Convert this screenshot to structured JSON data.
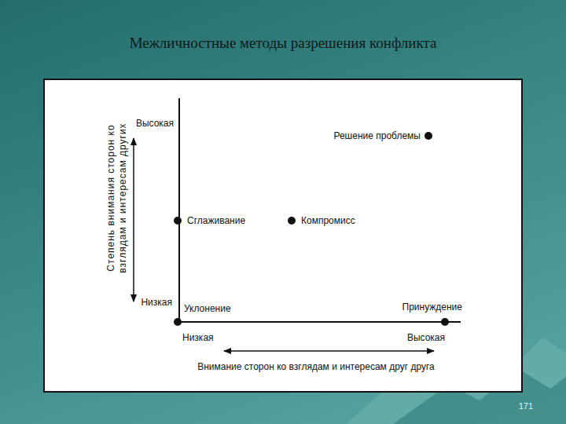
{
  "diagram": {
    "title": "Межличностные методы разрешения конфликта",
    "labels": [
      "Высокая",
      "Низкая",
      "Решение проблемы",
      "Сглаживание",
      "Компромисс",
      "Уклонение",
      "Принуждение",
      "Низкая",
      "Высокая",
      "Степень внимания сторон ко взглядам и интересам других",
      "Внимание сторон ко взглядам и интересам друг друга",
      "171"
    ]
  }
}
